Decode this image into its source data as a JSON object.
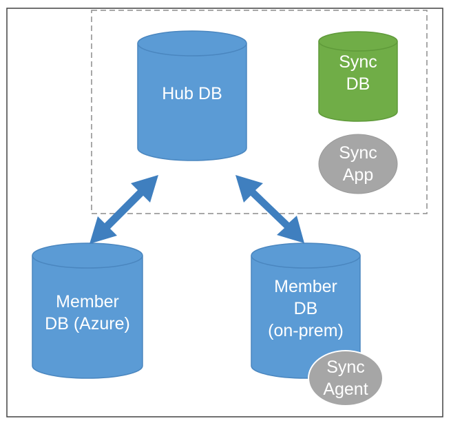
{
  "nodes": {
    "hub_db": {
      "line1": "Hub DB"
    },
    "sync_db": {
      "line1": "Sync",
      "line2": "DB"
    },
    "sync_app": {
      "line1": "Sync",
      "line2": "App"
    },
    "member_azure": {
      "line1": "Member",
      "line2": "DB (Azure)"
    },
    "member_onprem": {
      "line1": "Member",
      "line2": "DB",
      "line3": "(on-prem)"
    },
    "sync_agent": {
      "line1": "Sync",
      "line2": "Agent"
    }
  },
  "colors": {
    "db_blue": "#5b9bd5",
    "db_blue_stroke": "#4a86bf",
    "sync_db_green": "#70ad47",
    "sync_db_stroke": "#5f9a3a",
    "sync_gray": "#a6a6a6",
    "arrow_blue": "#3f7fbf",
    "dashed_border": "#8c8c8c",
    "outer_border": "#404040"
  }
}
